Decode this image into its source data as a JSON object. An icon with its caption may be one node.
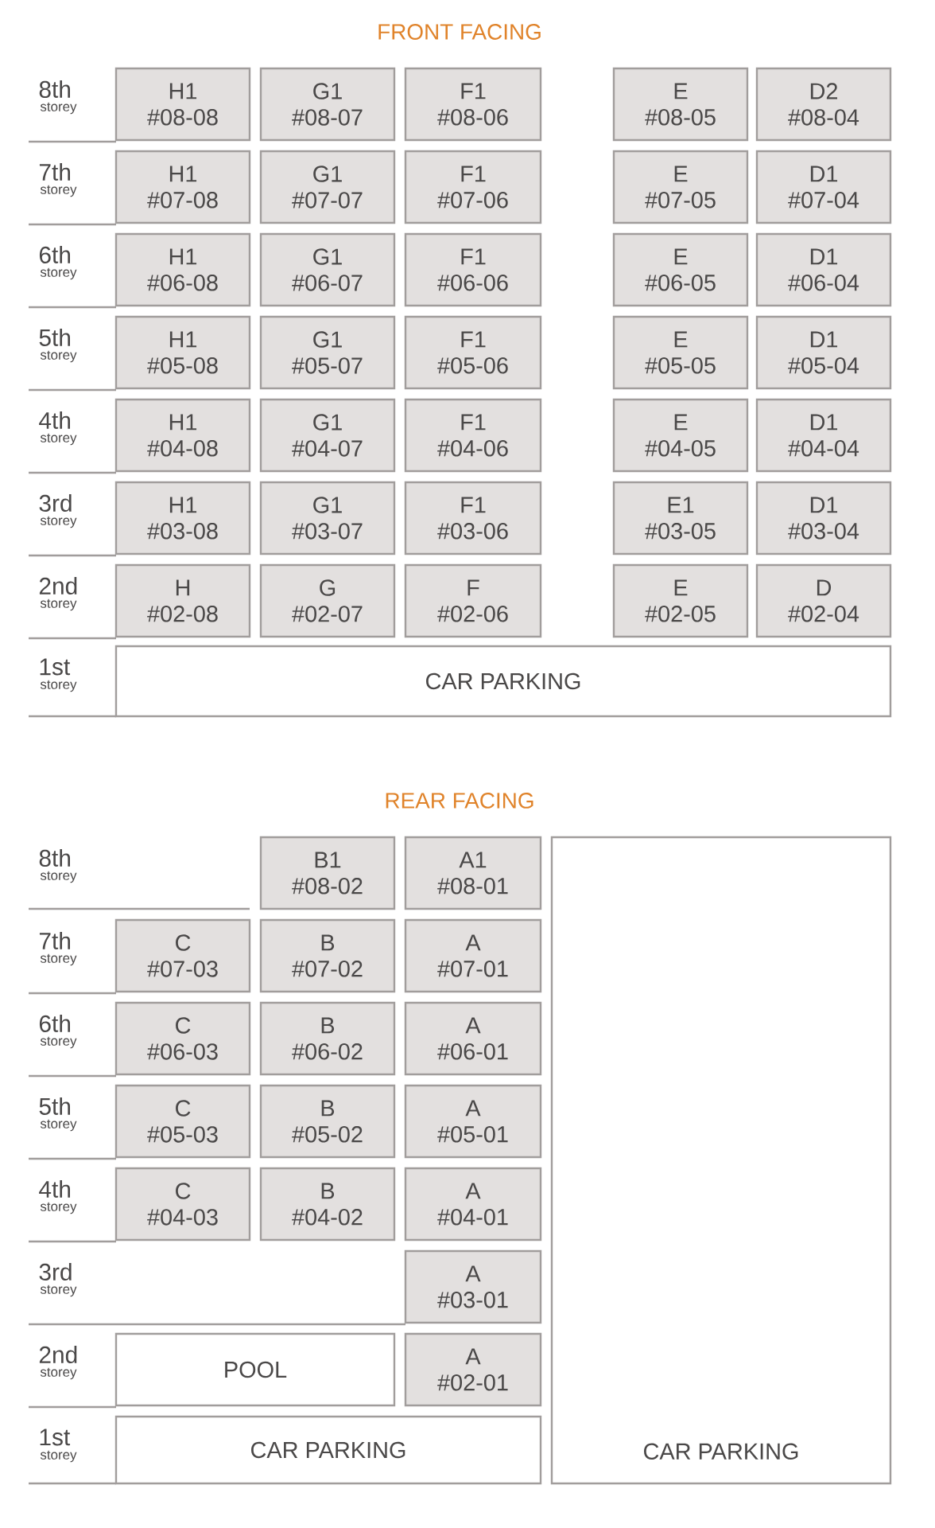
{
  "diagram": {
    "nodes": [
      {
        "text": [
          "H1",
          "#08-08"
        ]
      },
      {
        "text": [
          "G1",
          "#08-07"
        ]
      },
      {
        "text": [
          "F1",
          "#08-06"
        ]
      },
      {
        "text": [
          "E",
          "#08-05"
        ]
      },
      {
        "text": [
          "D2",
          "#08-04"
        ]
      },
      {
        "text": [
          "H1",
          "#07-08"
        ]
      },
      {
        "text": [
          "G1",
          "#07-07"
        ]
      },
      {
        "text": [
          "F1",
          "#07-06"
        ]
      },
      {
        "text": [
          "E",
          "#07-05"
        ]
      },
      {
        "text": [
          "D1",
          "#07-04"
        ]
      },
      {
        "text": [
          "H1",
          "#06-08"
        ]
      },
      {
        "text": [
          "G1",
          "#06-07"
        ]
      },
      {
        "text": [
          "F1",
          "#06-06"
        ]
      },
      {
        "text": [
          "E",
          "#06-05"
        ]
      },
      {
        "text": [
          "D1",
          "#06-04"
        ]
      },
      {
        "text": [
          "H1",
          "#05-08"
        ]
      },
      {
        "text": [
          "G1",
          "#05-07"
        ]
      },
      {
        "text": [
          "F1",
          "#05-06"
        ]
      },
      {
        "text": [
          "E",
          "#05-05"
        ]
      },
      {
        "text": [
          "D1",
          "#05-04"
        ]
      },
      {
        "text": [
          "H1",
          "#04-08"
        ]
      },
      {
        "text": [
          "G1",
          "#04-07"
        ]
      },
      {
        "text": [
          "F1",
          "#04-06"
        ]
      },
      {
        "text": [
          "E",
          "#04-05"
        ]
      },
      {
        "text": [
          "D1",
          "#04-04"
        ]
      },
      {
        "text": [
          "H1",
          "#03-08"
        ]
      },
      {
        "text": [
          "G1",
          "#03-07"
        ]
      },
      {
        "text": [
          "F1",
          "#03-06"
        ]
      },
      {
        "text": [
          "E1",
          "#03-05"
        ]
      },
      {
        "text": [
          "D1",
          "#03-04"
        ]
      },
      {
        "text": [
          "H",
          "#02-08"
        ]
      },
      {
        "text": [
          "G",
          "#02-07"
        ]
      },
      {
        "text": [
          "F",
          "#02-06"
        ]
      },
      {
        "text": [
          "E",
          "#02-05"
        ]
      },
      {
        "text": [
          "D",
          "#02-04"
        ]
      },
      {
        "text": [
          "CAR PARKING"
        ]
      },
      {
        "text": [
          "B1",
          "#08-02"
        ]
      },
      {
        "text": [
          "A1",
          "#08-01"
        ]
      },
      {
        "text": [
          "CAR PARKING"
        ]
      },
      {
        "text": [
          "C",
          "#07-03"
        ]
      },
      {
        "text": [
          "B",
          "#07-02"
        ]
      },
      {
        "text": [
          "A",
          "#07-01"
        ]
      },
      {
        "text": [
          "C",
          "#06-03"
        ]
      },
      {
        "text": [
          "B",
          "#06-02"
        ]
      },
      {
        "text": [
          "A",
          "#06-01"
        ]
      },
      {
        "text": [
          "C",
          "#05-03"
        ]
      },
      {
        "text": [
          "B",
          "#05-02"
        ]
      },
      {
        "text": [
          "A",
          "#05-01"
        ]
      },
      {
        "text": [
          "C",
          "#04-03"
        ]
      },
      {
        "text": [
          "B",
          "#04-02"
        ]
      },
      {
        "text": [
          "A",
          "#04-01"
        ]
      },
      {
        "text": [
          "A",
          "#03-01"
        ]
      },
      {
        "text": [
          "POOL"
        ]
      },
      {
        "text": [
          "A",
          "#02-01"
        ]
      },
      {
        "text": [
          "CAR PARKING"
        ]
      }
    ],
    "labels": [
      "FRONT FACING",
      "8th",
      "storey",
      "7th",
      "storey",
      "6th",
      "storey",
      "5th",
      "storey",
      "4th",
      "storey",
      "3rd",
      "storey",
      "2nd",
      "storey",
      "1st",
      "storey",
      "REAR FACING",
      "8th",
      "storey",
      "7th",
      "storey",
      "6th",
      "storey",
      "5th",
      "storey",
      "4th",
      "storey",
      "3rd",
      "storey",
      "2nd",
      "storey",
      "1st",
      "storey"
    ]
  }
}
